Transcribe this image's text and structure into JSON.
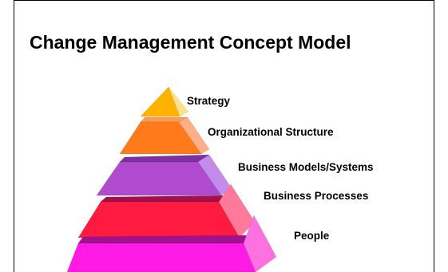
{
  "slide": {
    "title": "Change Management Concept Model"
  },
  "pyramid": {
    "tiers": [
      {
        "label": "Strategy",
        "front_color": "#FFB300",
        "side_color": "#FFE08A",
        "top_color": "#FFC94A"
      },
      {
        "label": "Organizational Structure",
        "front_color": "#FF7A1A",
        "side_color": "#FFB088",
        "top_color": "#FF9A50"
      },
      {
        "label": "Business Models/Systems",
        "front_color": "#B04ACF",
        "side_color": "#C38BEA",
        "top_color": "#7E2FA0"
      },
      {
        "label": "Business Processes",
        "front_color": "#FF1A40",
        "side_color": "#FF7A9A",
        "top_color": "#A0104A"
      },
      {
        "label": "People",
        "front_color": "#FF1AE6",
        "side_color": "#FF70E0",
        "top_color": "#A0108F"
      }
    ]
  }
}
